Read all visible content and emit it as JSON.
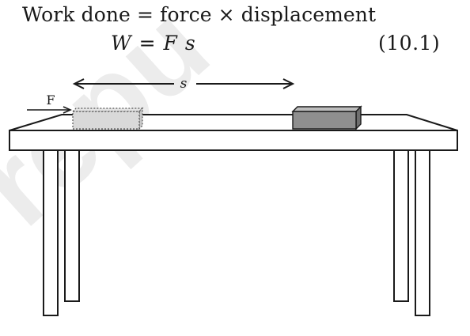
{
  "equation": {
    "line1": "Work done  =  force × displacement",
    "line2": "W   =  F s",
    "number": "(10.1)"
  },
  "figure": {
    "force_label": "F",
    "displacement_label": "s"
  },
  "colors": {
    "ink": "#1a1a1a",
    "block_initial": "#d9d9d9",
    "block_final": "#8f8f8f",
    "watermark": "#e9e9e9"
  }
}
